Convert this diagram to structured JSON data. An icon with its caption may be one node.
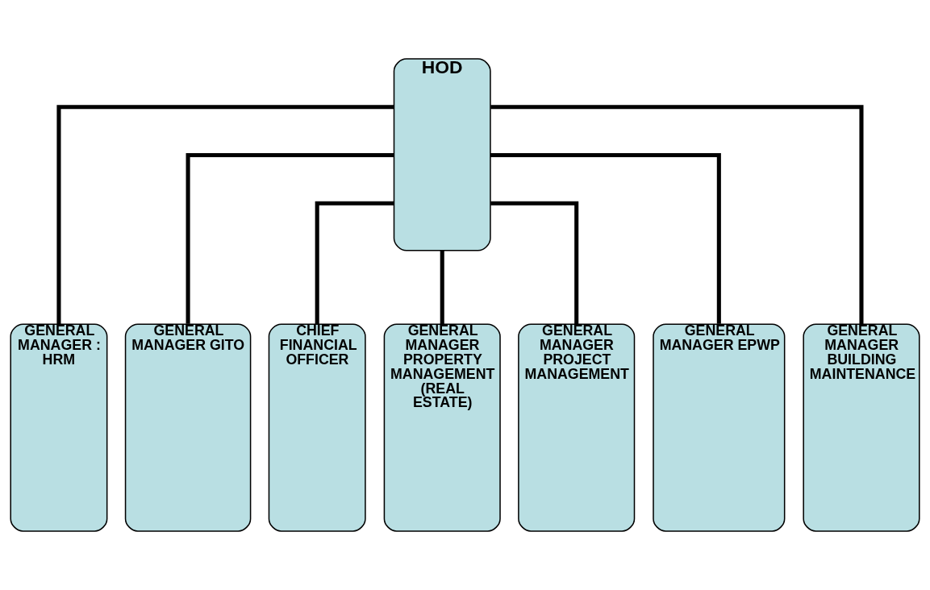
{
  "diagram": {
    "nodes": [
      {
        "text": [
          "HOD"
        ]
      },
      {
        "text": [
          "GENERAL MANAGER : HRM"
        ]
      },
      {
        "text": [
          "GENERAL MANAGER GITO"
        ]
      },
      {
        "text": [
          "CHIEF FINANCIAL OFFICER"
        ]
      },
      {
        "text": [
          "GENERAL MANAGER PROPERTY MANAGEMENT (REAL ESTATE)"
        ]
      },
      {
        "text": [
          "GENERAL MANAGER PROJECT MANAGEMENT"
        ]
      },
      {
        "text": [
          "GENERAL MANAGER EPWP"
        ]
      },
      {
        "text": [
          "GENERAL MANAGER BUILDING MAINTENANCE"
        ]
      }
    ],
    "edges": [
      {
        "from": 0,
        "to": 1,
        "arrow": "none"
      },
      {
        "from": 0,
        "to": 2,
        "arrow": "none"
      },
      {
        "from": 0,
        "to": 3,
        "arrow": "none"
      },
      {
        "from": 0,
        "to": 4,
        "arrow": "none"
      },
      {
        "from": 0,
        "to": 5,
        "arrow": "none"
      },
      {
        "from": 0,
        "to": 6,
        "arrow": "none"
      },
      {
        "from": 0,
        "to": 7,
        "arrow": "none"
      }
    ]
  }
}
